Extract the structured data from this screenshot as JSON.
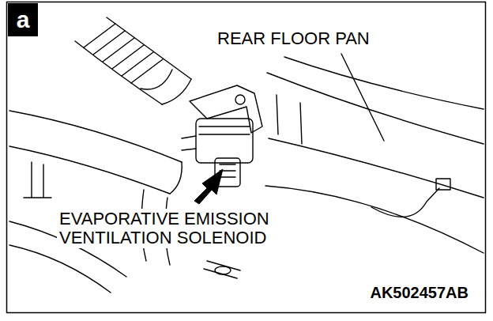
{
  "diagram": {
    "nodes": [
      {
        "text": [
          "a"
        ]
      }
    ],
    "labels": [
      "REAR FLOOR PAN",
      "EVAPORATIVE EMISSION VENTILATION SOLENOID",
      "AK502457AB"
    ]
  }
}
